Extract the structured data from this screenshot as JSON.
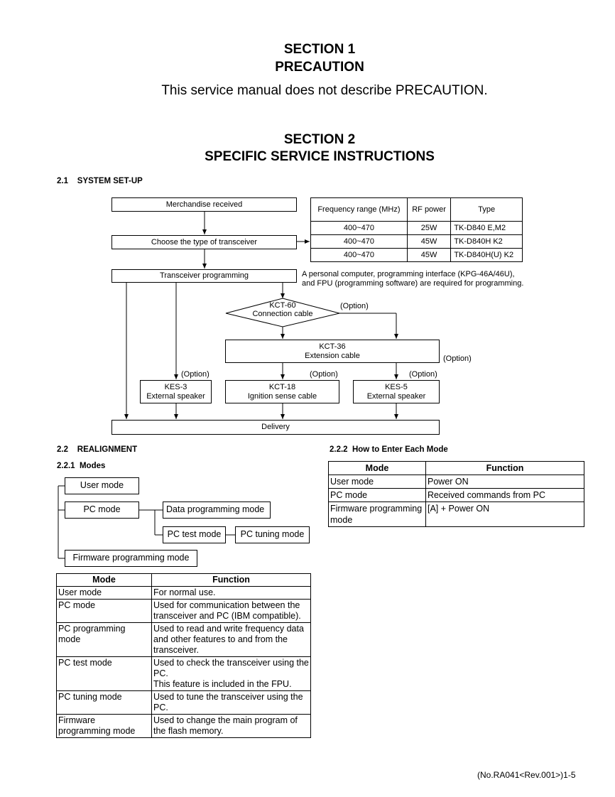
{
  "section1": {
    "title": "SECTION 1",
    "subtitle": "PRECAUTION",
    "text": "This service manual does not describe PRECAUTION."
  },
  "section2": {
    "title": "SECTION 2",
    "subtitle": "SPECIFIC SERVICE INSTRUCTIONS"
  },
  "s21": {
    "heading_num": "2.1",
    "heading": "SYSTEM SET-UP"
  },
  "flow": {
    "merchandise": "Merchandise received",
    "choose": "Choose the type of transceiver",
    "programming": "Transceiver programming",
    "pc_note_1": "A personal computer, programming interface (KPG-46A/46U),",
    "pc_note_2": "and FPU (programming software) are required for programming.",
    "kct60_1": "KCT-60",
    "kct60_2": "Connection cable",
    "kct60_opt": "(Option)",
    "kct36_1": "KCT-36",
    "kct36_2": "Extension cable",
    "kct36_opt": "(Option)",
    "kes3_1": "KES-3",
    "kes3_2": "External speaker",
    "kes3_opt": "(Option)",
    "kct18_1": "KCT-18",
    "kct18_2": "Ignition sense cable",
    "kct18_opt": "(Option)",
    "kes5_1": "KES-5",
    "kes5_2": "External speaker",
    "kes5_opt": "(Option)",
    "delivery": "Delivery"
  },
  "type_table": {
    "headers": [
      "Frequency range (MHz)",
      "RF power",
      "Type"
    ],
    "rows": [
      [
        "400~470",
        "25W",
        "TK-D840 E,M2"
      ],
      [
        "400~470",
        "45W",
        "TK-D840H K2"
      ],
      [
        "400~470",
        "45W",
        "TK-D840H(U) K2"
      ]
    ]
  },
  "s22": {
    "heading_num": "2.2",
    "heading": "REALIGNMENT",
    "sub_num": "2.2.1",
    "sub": "Modes"
  },
  "modes_tree": {
    "user": "User mode",
    "pc": "PC mode",
    "data": "Data programming mode",
    "test": "PC test mode",
    "tuning": "PC tuning mode",
    "firmware": "Firmware programming mode"
  },
  "modes_table": {
    "headers": [
      "Mode",
      "Function"
    ],
    "rows": [
      [
        "User mode",
        "For normal use."
      ],
      [
        "PC mode",
        "Used for communication between the transceiver and PC (IBM compatible)."
      ],
      [
        "PC programming mode",
        "Used to read and write frequency data and other features to and from the transceiver."
      ],
      [
        "PC test mode",
        "Used to check the transceiver using the PC.\nThis feature is included in the FPU."
      ],
      [
        "PC tuning mode",
        "Used to tune the transceiver using the PC."
      ],
      [
        "Firmware programming mode",
        "Used to change the main program of the flash memory."
      ]
    ]
  },
  "s222": {
    "heading_num": "2.2.2",
    "heading": "How to Enter Each Mode"
  },
  "enter_table": {
    "headers": [
      "Mode",
      "Function"
    ],
    "rows": [
      [
        "User mode",
        "Power ON"
      ],
      [
        "PC mode",
        "Received commands from PC"
      ],
      [
        "Firmware programming mode",
        "[A] + Power ON"
      ]
    ]
  },
  "footer": "(No.RA041<Rev.001>)1-5"
}
